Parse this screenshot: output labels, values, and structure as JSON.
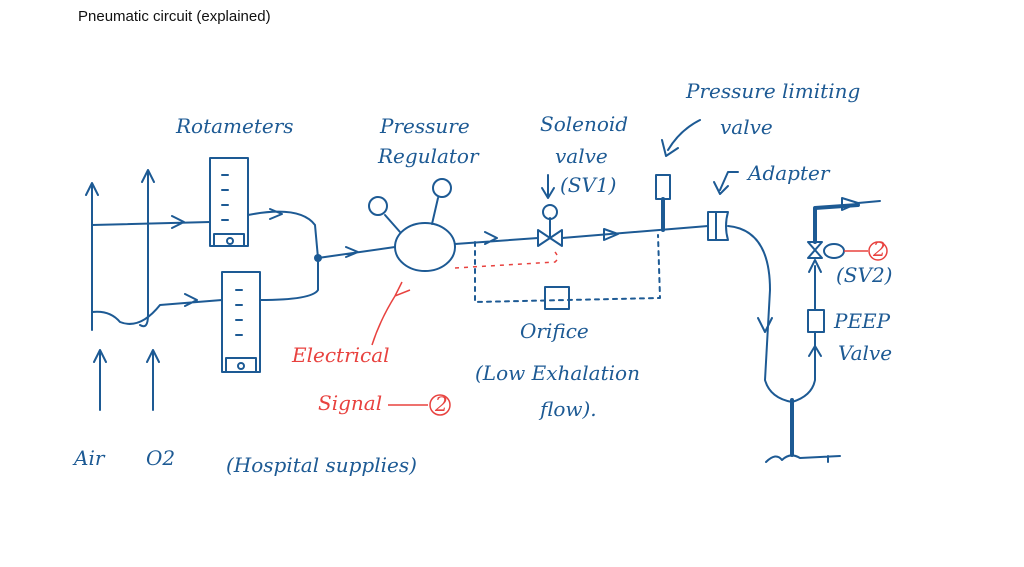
{
  "title": "Pneumatic circuit (explained)",
  "labels": {
    "rotameters": "Rotameters",
    "pressure_regulator_1": "Pressure",
    "pressure_regulator_2": "Regulator",
    "solenoid_1": "Solenoid",
    "solenoid_2": "valve",
    "solenoid_3": "(SV1)",
    "plv_1": "Pressure limiting",
    "plv_2": "valve",
    "adapter": "Adapter",
    "orifice": "Orifice",
    "orifice_2": "(Low Exhalation",
    "orifice_3": "flow).",
    "electrical_1": "Electrical",
    "electrical_2": "Signal",
    "electrical_num": "2",
    "air": "Air",
    "o2": "O2",
    "hospital": "(Hospital supplies)",
    "sv2": "(SV2)",
    "sv2_num": "2",
    "peep_1": "PEEP",
    "peep_2": "Valve"
  },
  "colors": {
    "ink": "#1d5a94",
    "signal": "#e8423f"
  }
}
